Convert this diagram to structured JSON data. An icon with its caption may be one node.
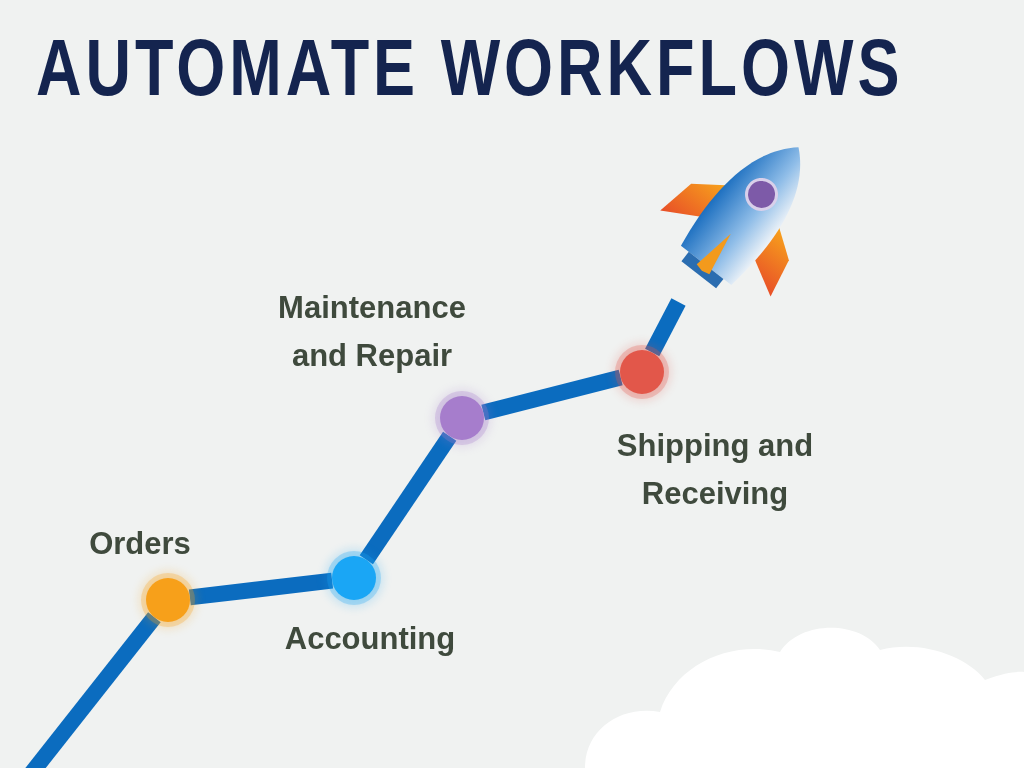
{
  "diagram": {
    "title": "AUTOMATE WORKFLOWS",
    "nodes": [
      {
        "text": [],
        "shape": "circle",
        "beside": [
          "Orders"
        ]
      },
      {
        "text": [],
        "shape": "circle",
        "beside": [
          "Accounting"
        ]
      },
      {
        "text": [],
        "shape": "circle",
        "beside": [
          "Maintenance and Repair"
        ]
      },
      {
        "text": [],
        "shape": "circle",
        "beside": [
          "Shipping and Receiving"
        ]
      },
      {
        "text": [],
        "shape": "picture"
      }
    ],
    "edges": [
      {
        "from": null,
        "to": 0,
        "arrow": "none"
      },
      {
        "from": 0,
        "to": 1,
        "arrow": "none"
      },
      {
        "from": 1,
        "to": 2,
        "arrow": "none"
      },
      {
        "from": 2,
        "to": 3,
        "arrow": "none"
      },
      {
        "from": 3,
        "to": 4,
        "arrow": "none"
      }
    ]
  }
}
